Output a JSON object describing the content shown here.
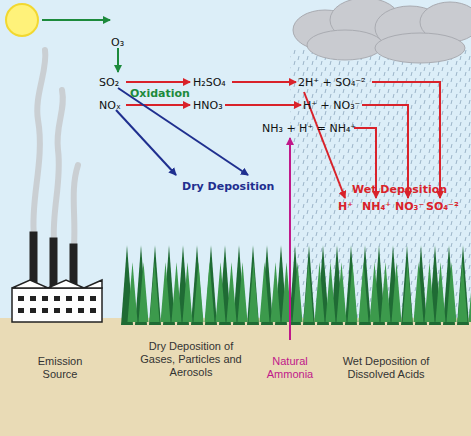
{
  "diagram": {
    "labels": [
      "O₃",
      "SO₂",
      "NOₓ",
      "Oxidation",
      "H₂SO₄",
      "HNO₃",
      "2H⁺ + SO₄⁻²",
      "H⁺ + NO₃⁻",
      "NH₃ + H⁺ = NH₄⁺",
      "Dry Deposition",
      "Wet Deposition",
      "H⁺",
      "NH₄⁺",
      "NO₃⁻",
      "SO₄⁻²",
      "Emission Source",
      "Dry Deposition of Gases, Particles and Aerosols",
      "Natural Ammonia",
      "Wet Deposition of Dissolved Acids"
    ]
  }
}
